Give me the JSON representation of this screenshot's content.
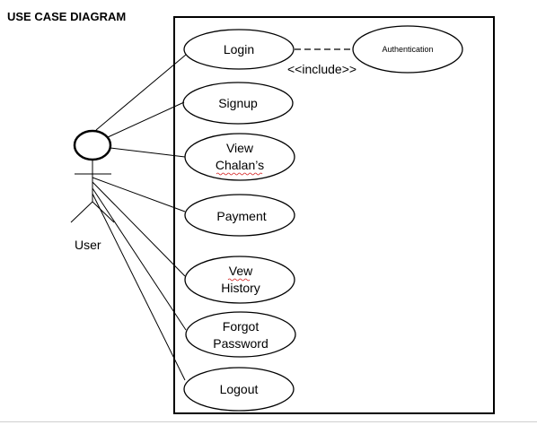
{
  "title": "USE CASE DIAGRAM",
  "actor": {
    "label": "User"
  },
  "use_cases": {
    "login": [
      "Login"
    ],
    "signup": [
      "Signup"
    ],
    "view_chalans": [
      "View",
      "Chalan’s"
    ],
    "payment": [
      "Payment"
    ],
    "view_history": [
      "Vew",
      "History"
    ],
    "forgot_password": [
      "Forgot",
      "Password"
    ],
    "logout": [
      "Logout"
    ]
  },
  "authentication": {
    "label": "Authentication"
  },
  "include_label": "<<include>>"
}
